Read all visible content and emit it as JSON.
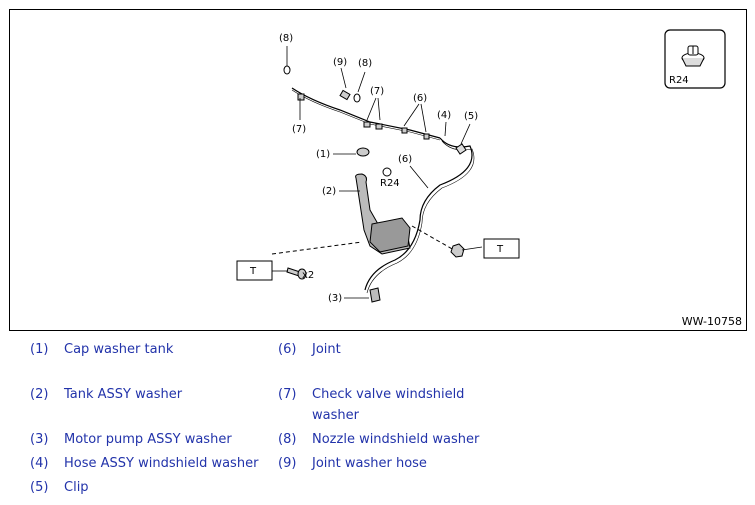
{
  "figure": {
    "code": "WW-10758",
    "callouts": {
      "c1": "(1)",
      "c2": "(2)",
      "c3": "(3)",
      "c4": "(4)",
      "c5": "(5)",
      "c6a": "(6)",
      "c6b": "(6)",
      "c7a": "(7)",
      "c7b": "(7)",
      "c8a": "(8)",
      "c8b": "(8)",
      "c9": "(9)",
      "r24": "R24",
      "x2": "x2",
      "t1": "T",
      "t2": "T",
      "inset_r24": "R24"
    }
  },
  "legend": {
    "items": [
      {
        "num": "(1)",
        "text": "Cap washer tank"
      },
      {
        "num": "(2)",
        "text": "Tank ASSY washer"
      },
      {
        "num": "(3)",
        "text": "Motor pump ASSY washer"
      },
      {
        "num": "(4)",
        "text": "Hose ASSY windshield washer"
      },
      {
        "num": "(5)",
        "text": "Clip"
      },
      {
        "num": "(6)",
        "text": "Joint"
      },
      {
        "num": "(7)",
        "text": "Check valve windshield washer"
      },
      {
        "num": "(8)",
        "text": "Nozzle windshield washer"
      },
      {
        "num": "(9)",
        "text": "Joint washer hose"
      }
    ]
  }
}
